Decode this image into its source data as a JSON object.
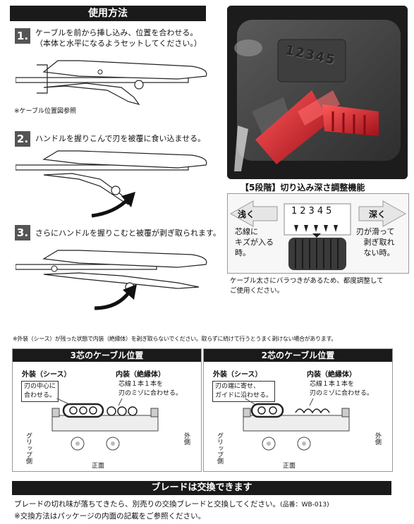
{
  "header": {
    "title": "使用方法"
  },
  "steps": [
    {
      "num": "1.",
      "lines": [
        "ケーブルを前から挿し込み、位置を合わせる。",
        "（本体と水平になるようセットしてください。）"
      ]
    },
    {
      "num": "2.",
      "lines": [
        "ハンドルを握りこんで刃を被覆に食い込ませる。"
      ]
    },
    {
      "num": "3.",
      "lines": [
        "さらにハンドルを握りこむと被覆が剥ぎ取られます。"
      ]
    }
  ],
  "cable_ref_note": "※ケーブル位置図参照",
  "dial_digits": "12345",
  "adjust": {
    "title": "【5段階】切り込み深さ調整機能",
    "shallow": "浅く",
    "deep": "深く",
    "digits": "12345",
    "left_desc": [
      "芯線に",
      "キズが入る",
      "時。"
    ],
    "right_desc": [
      "刃が滑って",
      "剥ぎ取れ",
      "ない時。"
    ],
    "note": [
      "ケーブル太さにバラつきがあるため、都度調整して",
      "ご使用ください。"
    ]
  },
  "warning": "※外装（シース）が残った状態で内装（絶縁体）を剥ぎ取らないでください。取らずに続けて行うとうまく剥けない場合があります。",
  "cable_positions": {
    "left": {
      "header": "3芯のケーブル位置",
      "outer_title": "外装（シース）",
      "outer_desc": [
        "刃の中心に",
        "合わせる。"
      ],
      "inner_title": "内装（絶縁体）",
      "inner_desc": [
        "芯線１本１本を",
        "刃のミゾに合わせる。"
      ],
      "grip_side": "グリップ側",
      "outer_side": "外側",
      "front": "正面"
    },
    "right": {
      "header": "2芯のケーブル位置",
      "outer_title": "外装（シース）",
      "outer_desc": [
        "刃の端に寄せ、",
        "ガイドに沿わせる。"
      ],
      "inner_title": "内装（絶縁体）",
      "inner_desc": [
        "芯線１本１本を",
        "刃のミゾに合わせる。"
      ],
      "grip_side": "グリップ側",
      "outer_side": "外側",
      "front": "正面"
    }
  },
  "blade": {
    "header": "ブレードは交換できます",
    "line1": "ブレードの切れ味が落ちてきたら、別売りの交換ブレードと交換してください。",
    "part_no": "(品番：WB-013)",
    "line2": "※交換方法はパッケージの内面の記載をご参照ください。"
  },
  "colors": {
    "bar": "#1a1a1a",
    "red_knob": "#d0202a",
    "photo_bg": "#2a2a2a",
    "gray_num": "#555555"
  }
}
